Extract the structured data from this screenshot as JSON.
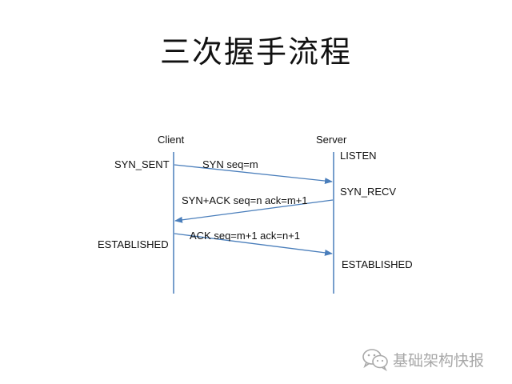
{
  "title": "三次握手流程",
  "participants": {
    "client": "Client",
    "server": "Server"
  },
  "states": {
    "client_syn_sent": "SYN_SENT",
    "client_established": "ESTABLISHED",
    "server_listen": "LISTEN",
    "server_syn_recv": "SYN_RECV",
    "server_established": "ESTABLISHED"
  },
  "messages": {
    "syn": "SYN seq=m",
    "syn_ack": "SYN+ACK seq=n ack=m+1",
    "ack": "ACK seq=m+1 ack=n+1"
  },
  "colors": {
    "lifeline": "#4a7ebb",
    "arrow": "#4a7ebb",
    "text": "#111111",
    "watermark": "#a8a8a8"
  },
  "watermark": {
    "text": "基础架构快报",
    "icon": "wechat-icon"
  }
}
